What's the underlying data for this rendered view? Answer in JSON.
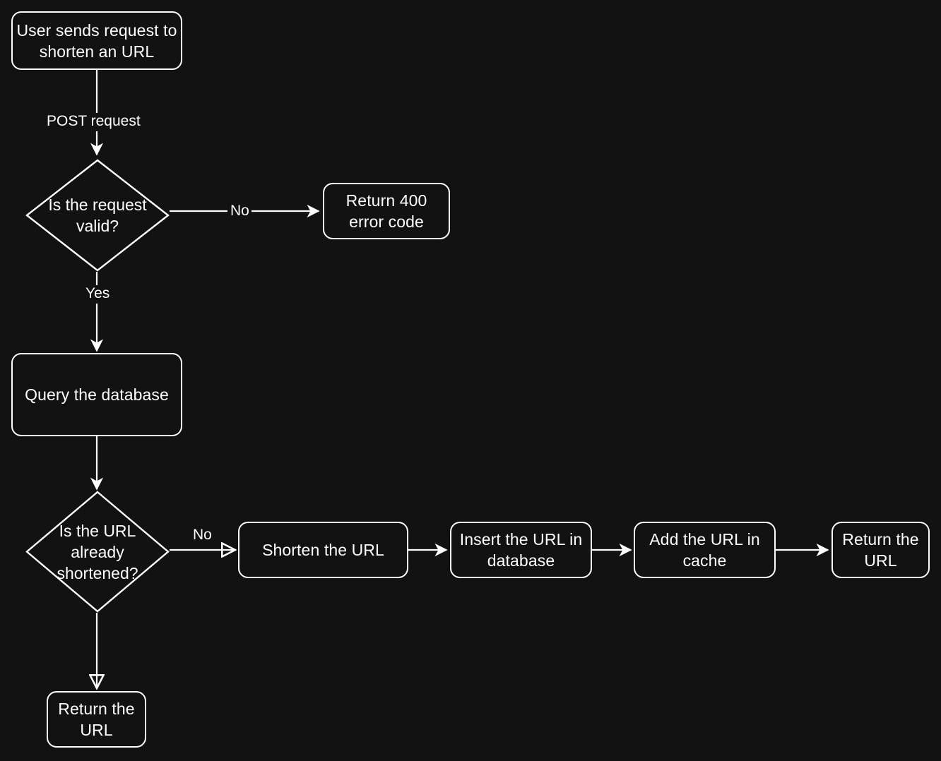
{
  "diagram": {
    "type": "flowchart",
    "title": "URL shortener request flow",
    "background_color": "#121212",
    "stroke_color": "#ffffff",
    "text_color": "#ffffff",
    "nodes": [
      {
        "id": "start",
        "shape": "rounded-rect",
        "label": "User sends request to\nshorten an URL",
        "line1": "User sends request to",
        "line2": "shorten an URL"
      },
      {
        "id": "valid",
        "shape": "diamond",
        "label": "Is the request\nvalid?",
        "line1": "Is the request",
        "line2": "valid?"
      },
      {
        "id": "error400",
        "shape": "rounded-rect",
        "label": "Return 400\nerror code",
        "line1": "Return 400",
        "line2": "error code"
      },
      {
        "id": "query-db",
        "shape": "rounded-rect",
        "label": "Query the database",
        "line1": "Query the database",
        "line2": ""
      },
      {
        "id": "already",
        "shape": "diamond",
        "label": "Is the URL\nalready\nshortened?",
        "line1": "Is the URL",
        "line2": "already",
        "line3": "shortened?"
      },
      {
        "id": "shorten",
        "shape": "rounded-rect",
        "label": "Shorten the URL",
        "line1": "Shorten the URL",
        "line2": ""
      },
      {
        "id": "insert-db",
        "shape": "rounded-rect",
        "label": "Insert the URL in\ndatabase",
        "line1": "Insert the URL in",
        "line2": "database"
      },
      {
        "id": "add-cache",
        "shape": "rounded-rect",
        "label": "Add the URL in\ncache",
        "line1": "Add the URL in",
        "line2": "cache"
      },
      {
        "id": "return-right",
        "shape": "rounded-rect",
        "label": "Return the\nURL",
        "line1": "Return the",
        "line2": "URL"
      },
      {
        "id": "return-bottom",
        "shape": "rounded-rect",
        "label": "Return the\nURL",
        "line1": "Return the",
        "line2": "URL"
      }
    ],
    "edges": [
      {
        "from": "start",
        "to": "valid",
        "label": "POST request",
        "arrowhead": "filled"
      },
      {
        "from": "valid",
        "to": "error400",
        "label": "No",
        "arrowhead": "filled"
      },
      {
        "from": "valid",
        "to": "query-db",
        "label": "Yes",
        "arrowhead": "filled"
      },
      {
        "from": "query-db",
        "to": "already",
        "label": "",
        "arrowhead": "filled"
      },
      {
        "from": "already",
        "to": "shorten",
        "label": "No",
        "arrowhead": "hollow"
      },
      {
        "from": "already",
        "to": "return-bottom",
        "label": "",
        "arrowhead": "hollow"
      },
      {
        "from": "shorten",
        "to": "insert-db",
        "label": "",
        "arrowhead": "filled"
      },
      {
        "from": "insert-db",
        "to": "add-cache",
        "label": "",
        "arrowhead": "filled"
      },
      {
        "from": "add-cache",
        "to": "return-right",
        "label": "",
        "arrowhead": "filled"
      }
    ],
    "edge_labels": {
      "post_request": "POST request",
      "no_valid": "No",
      "yes_valid": "Yes",
      "no_already": "No"
    }
  }
}
